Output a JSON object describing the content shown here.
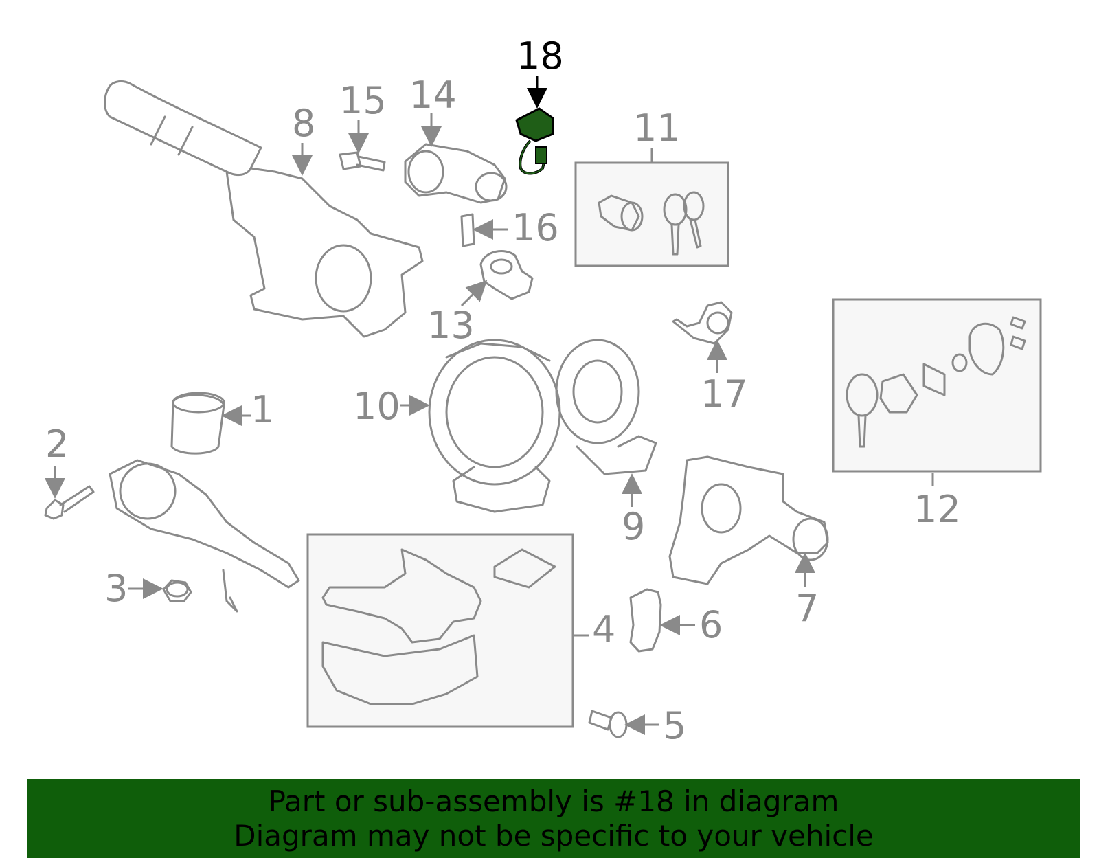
{
  "callouts": [
    "1",
    "2",
    "3",
    "4",
    "5",
    "6",
    "7",
    "8",
    "9",
    "10",
    "11",
    "12",
    "13",
    "14",
    "15",
    "16",
    "17",
    "18"
  ],
  "highlighted_callout": "18",
  "colors": {
    "highlight": "#1f5e17",
    "banner": "#0f5e0a",
    "parts": "#8a8a8a"
  },
  "banner": {
    "line1": "Part or sub-assembly is #18 in diagram",
    "line2": "Diagram may not be specific to your vehicle"
  }
}
